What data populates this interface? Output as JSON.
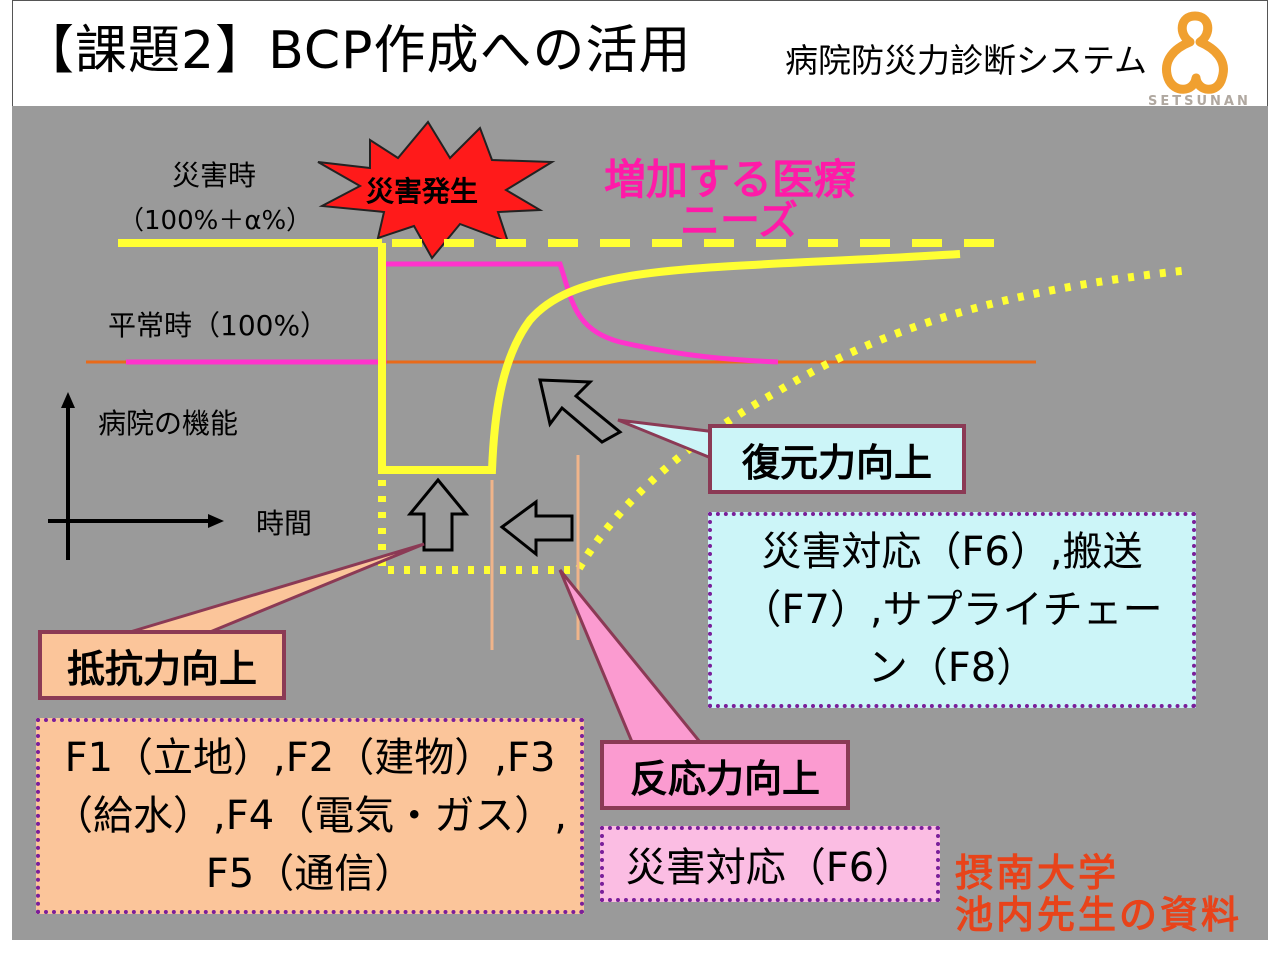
{
  "header": {
    "title": "【課題2】BCP作成への活用",
    "subtitle": "病院防災力診断システム",
    "logo_text": "SETSUNAN"
  },
  "diagram": {
    "label_disaster_time": "災害時",
    "label_disaster_pct": "（100%＋α%）",
    "label_normal_time": "平常時（100%）",
    "burst_label": "災害発生",
    "medical_needs_line1": "増加する医療",
    "medical_needs_line2": "ニーズ",
    "axis_y_label": "病院の機能",
    "axis_x_label": "時間"
  },
  "callouts": {
    "recovery": "復元力向上",
    "resistance": "抵抗力向上",
    "response": "反応力向上"
  },
  "boxes": {
    "resistance_detail": [
      "F1（立地）,F2（建物）,F3",
      "（給水）,F4（電気・ガス）,",
      "F5（通信）"
    ],
    "recovery_detail": [
      "災害対応（F6）,搬送",
      "（F7）,サプライチェー",
      "ン（F8）"
    ],
    "response_detail": "災害対応（F6）"
  },
  "credit": {
    "line1": "摂南大学",
    "line2": "池内先生の資料"
  },
  "colors": {
    "background": "#9a9a9a",
    "yellow": "#ffff33",
    "magenta": "#ff33cc",
    "orange_line": "#e86a1a",
    "burst_red": "#ff1a1a",
    "needs_text": "#ff1aa8",
    "credit": "#e8431a"
  }
}
